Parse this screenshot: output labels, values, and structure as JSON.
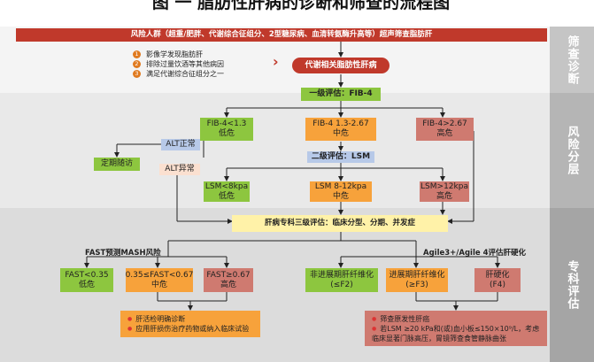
{
  "title": "图 一 脂肪性肝病的诊断和筛查的流程图",
  "sections": {
    "screening": "筛查诊断",
    "risk": "风险分层",
    "specialist": "专科评估"
  },
  "banner": "风险人群（超重/肥胖、代谢综合征组分、2型糖尿病、血清转氨酶升高等）超声筛查脂肪肝",
  "criteria": {
    "numbers": [
      "1",
      "2",
      "3"
    ],
    "items": [
      "影像学发现脂肪肝",
      "排除过量饮酒等其他病因",
      "满足代谢综合征组分之一"
    ]
  },
  "diagnosis_arrow": "›",
  "mafld": "代谢相关脂肪性肝病",
  "level1": "一级评估：FIB-4",
  "fib": {
    "low": [
      "FIB-4<1.3",
      "低危"
    ],
    "mid": [
      "FIB-4 1.3-2.67",
      "中危"
    ],
    "high": [
      "FIB-4>2.67",
      "高危"
    ]
  },
  "alt_normal": "ALT正常",
  "alt_abnormal": "ALT异常",
  "followup": "定期随访",
  "level2": "二级评估：LSM",
  "lsm": {
    "low": [
      "LSM<8kpa",
      "低危"
    ],
    "mid": [
      "LSM 8-12kpa",
      "中危"
    ],
    "high": [
      "LSM>12kpa",
      "高危"
    ]
  },
  "level3": "肝病专科三级评估：临床分型、分期、并发症",
  "fast_label": "FAST预测MASH风险",
  "agile_label": "Agile3+/Agile 4评估肝硬化",
  "fast": {
    "low": [
      "FAST<0.35",
      "低危"
    ],
    "mid": [
      "0.35≤FAST<0.67",
      "中危"
    ],
    "high": [
      "FAST≥0.67",
      "高危"
    ]
  },
  "fibrosis": {
    "non": [
      "非进展期肝纤维化",
      "(≤F2)"
    ],
    "adv": [
      "进展期肝纤维化",
      "(≥F3)"
    ],
    "cirr": [
      "肝硬化",
      "(F4)"
    ]
  },
  "fast_actions": [
    "肝活检明确诊断",
    "应用肝损伤治疗药物或纳入临床试验"
  ],
  "cirr_actions": [
    "筛查原发性肝癌",
    "若LSM ≥20 kPa和(或)血小板≤150×10⁹/L，考虑临床显著门脉高压，胃镜筛查食管静脉曲张"
  ],
  "colors": {
    "banner": "#c0392b",
    "tab": "#b8b8b8",
    "green": "#8dc63f",
    "orange": "#f7a23b",
    "red": "#cf7a70",
    "yellow": "#fff2a8"
  }
}
